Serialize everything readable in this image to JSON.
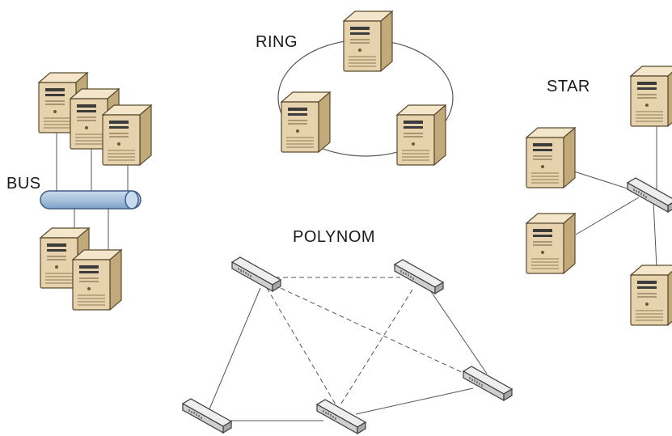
{
  "labels": {
    "ring": "RING",
    "star": "STAR",
    "bus": "BUS",
    "polynom": "POLYNOM"
  },
  "colors": {
    "server_front": "#e6d2ac",
    "server_side": "#c1a97a",
    "server_top": "#f3e6cb",
    "server_outline": "#5a4a2e",
    "switch_body": "#d8d8d8",
    "switch_outline": "#3c3c3c",
    "bus_fill": "#a9c3de",
    "bus_outline": "#3e5f86",
    "line": "#555555"
  },
  "icons": {
    "server": "server-tower-icon",
    "switch": "network-switch-icon",
    "bus": "bus-cable-icon"
  }
}
